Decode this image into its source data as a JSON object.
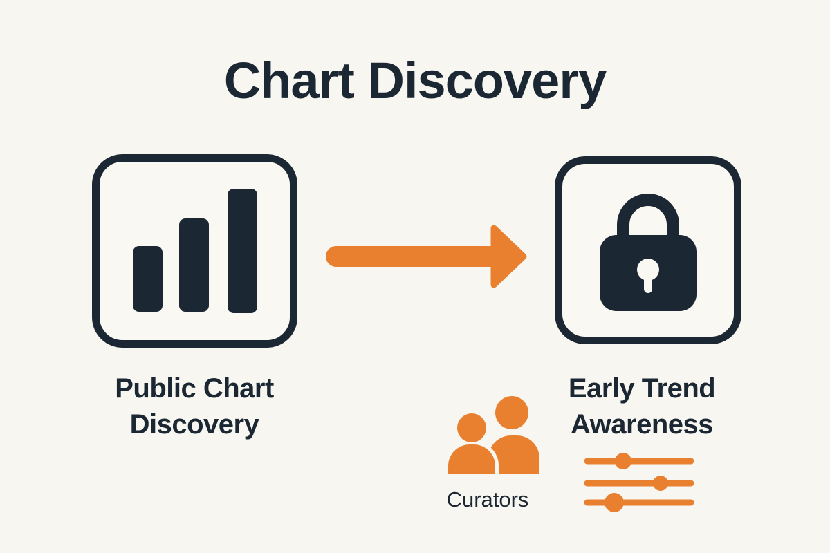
{
  "title": "Chart Discovery",
  "colors": {
    "background": "#F8F6F0",
    "dark": "#1B2733",
    "accent": "#E8802F"
  },
  "flow": {
    "source": {
      "lines": [
        "Public Chart",
        "Discovery"
      ],
      "icon": "bar-chart-icon"
    },
    "connector": {
      "icon": "arrow-right-icon",
      "direction": "right"
    },
    "target": {
      "lines": [
        "Early Trend",
        "Awareness"
      ],
      "icon": "lock-icon"
    }
  },
  "annotations": {
    "curators": {
      "label": "Curators",
      "icon": "people-icon"
    },
    "trend_filters": {
      "icon": "sliders-icon"
    }
  }
}
